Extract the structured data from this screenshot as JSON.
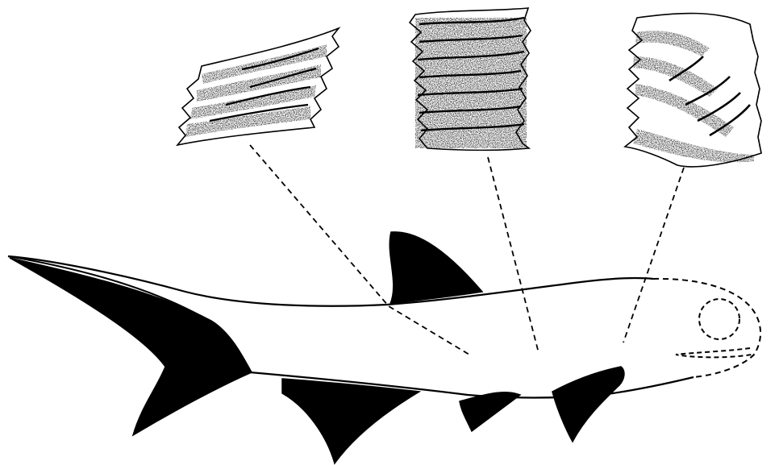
{
  "figure": {
    "subject": "fish-with-scale-insets",
    "ink_color": "#000000",
    "paper_color": "#ffffff",
    "fin_fill_color": "#000000",
    "insets": [
      {
        "id": "scale-inset-posterior",
        "icon": "scale-texture"
      },
      {
        "id": "scale-inset-middle",
        "icon": "scale-texture"
      },
      {
        "id": "scale-inset-anterior",
        "icon": "scale-texture"
      }
    ],
    "leader_line_style": "dashed",
    "head_outline_style": "dashed"
  }
}
